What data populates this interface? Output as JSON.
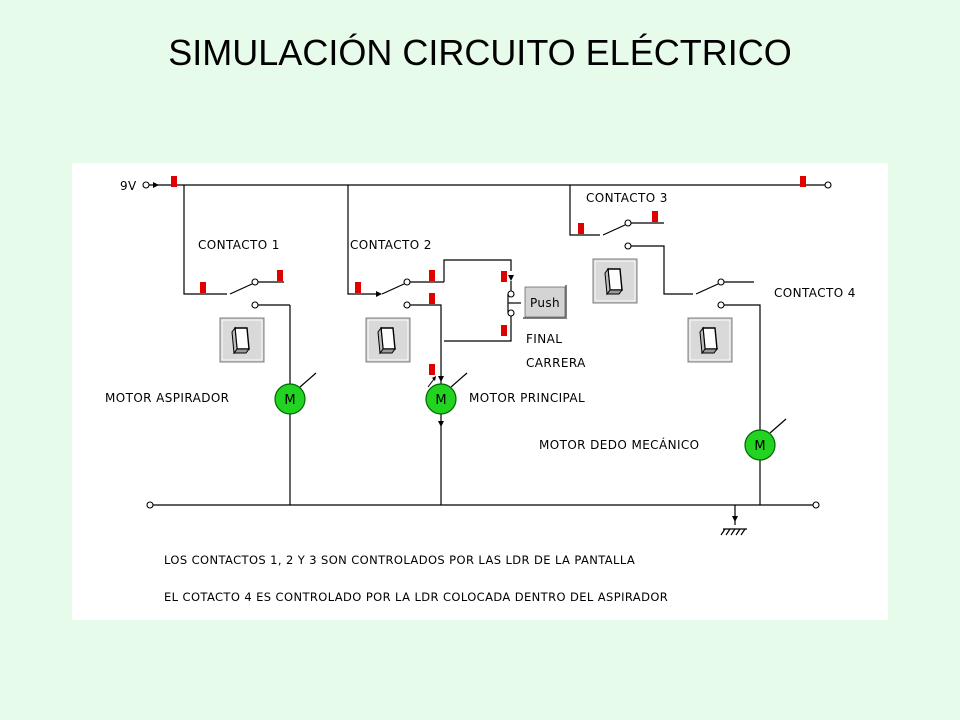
{
  "title": "SIMULACIÓN CIRCUITO ELÉCTRICO",
  "circuit": {
    "supply": "9V",
    "contacts": [
      "CONTACTO 1",
      "CONTACTO 2",
      "CONTACTO 3",
      "CONTACTO 4"
    ],
    "push_button": "Push",
    "limit_switch": [
      "FINAL",
      "CARRERA"
    ],
    "motor_symbol": "M",
    "motors": [
      "MOTOR ASPIRADOR",
      "MOTOR PRINCIPAL",
      "MOTOR DEDO MECÁNICO"
    ],
    "notes": [
      "LOS CONTACTOS 1, 2 Y 3 SON CONTROLADOS POR LAS LDR DE LA PANTALLA",
      "EL COTACTO 4 ES CONTROLADO POR LA LDR COLOCADA DENTRO DEL ASPIRADOR"
    ]
  },
  "colors": {
    "background": "#e6fbe9",
    "panel": "#ffffff",
    "motor": "#22d322",
    "flag": "#e00000"
  }
}
